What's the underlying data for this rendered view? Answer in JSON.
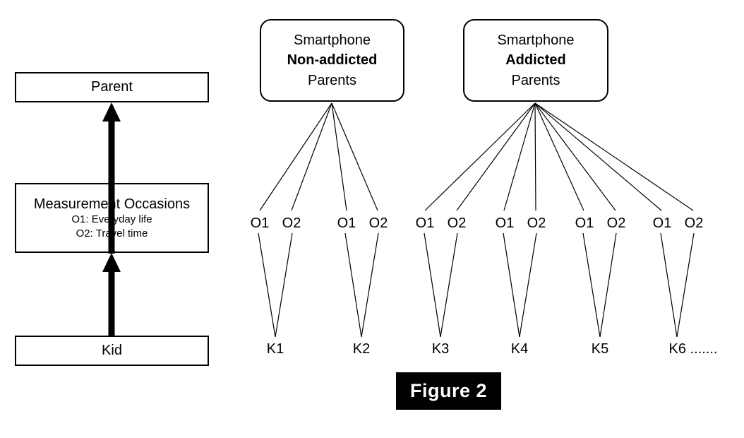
{
  "figure": {
    "caption": "Figure 2"
  },
  "left_panel": {
    "levels": [
      {
        "id": "parent",
        "title": "Parent",
        "sublines": []
      },
      {
        "id": "measurement-occasions",
        "title": "Measurement Occasions",
        "sublines": [
          "O1: Everyday life",
          "O2: Travel time"
        ]
      },
      {
        "id": "kid",
        "title": "Kid",
        "sublines": []
      }
    ]
  },
  "right_panel": {
    "groups": [
      {
        "id": "non-addicted",
        "lines": [
          {
            "text": "Smartphone",
            "bold": false
          },
          {
            "text": "Non-addicted",
            "bold": true
          },
          {
            "text": "Parents",
            "bold": false
          }
        ],
        "kids": [
          {
            "label": "K1",
            "occasions": [
              "O1",
              "O2"
            ]
          },
          {
            "label": "K2",
            "occasions": [
              "O1",
              "O2"
            ]
          }
        ]
      },
      {
        "id": "addicted",
        "lines": [
          {
            "text": "Smartphone",
            "bold": false
          },
          {
            "text": "Addicted",
            "bold": true
          },
          {
            "text": "Parents",
            "bold": false
          }
        ],
        "kids": [
          {
            "label": "K3",
            "occasions": [
              "O1",
              "O2"
            ]
          },
          {
            "label": "K4",
            "occasions": [
              "O1",
              "O2"
            ]
          },
          {
            "label": "K5",
            "occasions": [
              "O1",
              "O2"
            ]
          },
          {
            "label": "K6 .......",
            "occasions": [
              "O1",
              "O2"
            ]
          }
        ]
      }
    ]
  },
  "occasion_labels": [
    "O1",
    "O2",
    "O1",
    "O2",
    "O1",
    "O2",
    "O1",
    "O2",
    "O1",
    "O2",
    "O1",
    "O2"
  ],
  "kid_labels": [
    "K1",
    "K2",
    "K3",
    "K4",
    "K5",
    "K6 ......."
  ],
  "colors": {
    "stroke": "#000000",
    "background": "#ffffff",
    "caption_background": "#000000",
    "caption_text": "#ffffff"
  }
}
